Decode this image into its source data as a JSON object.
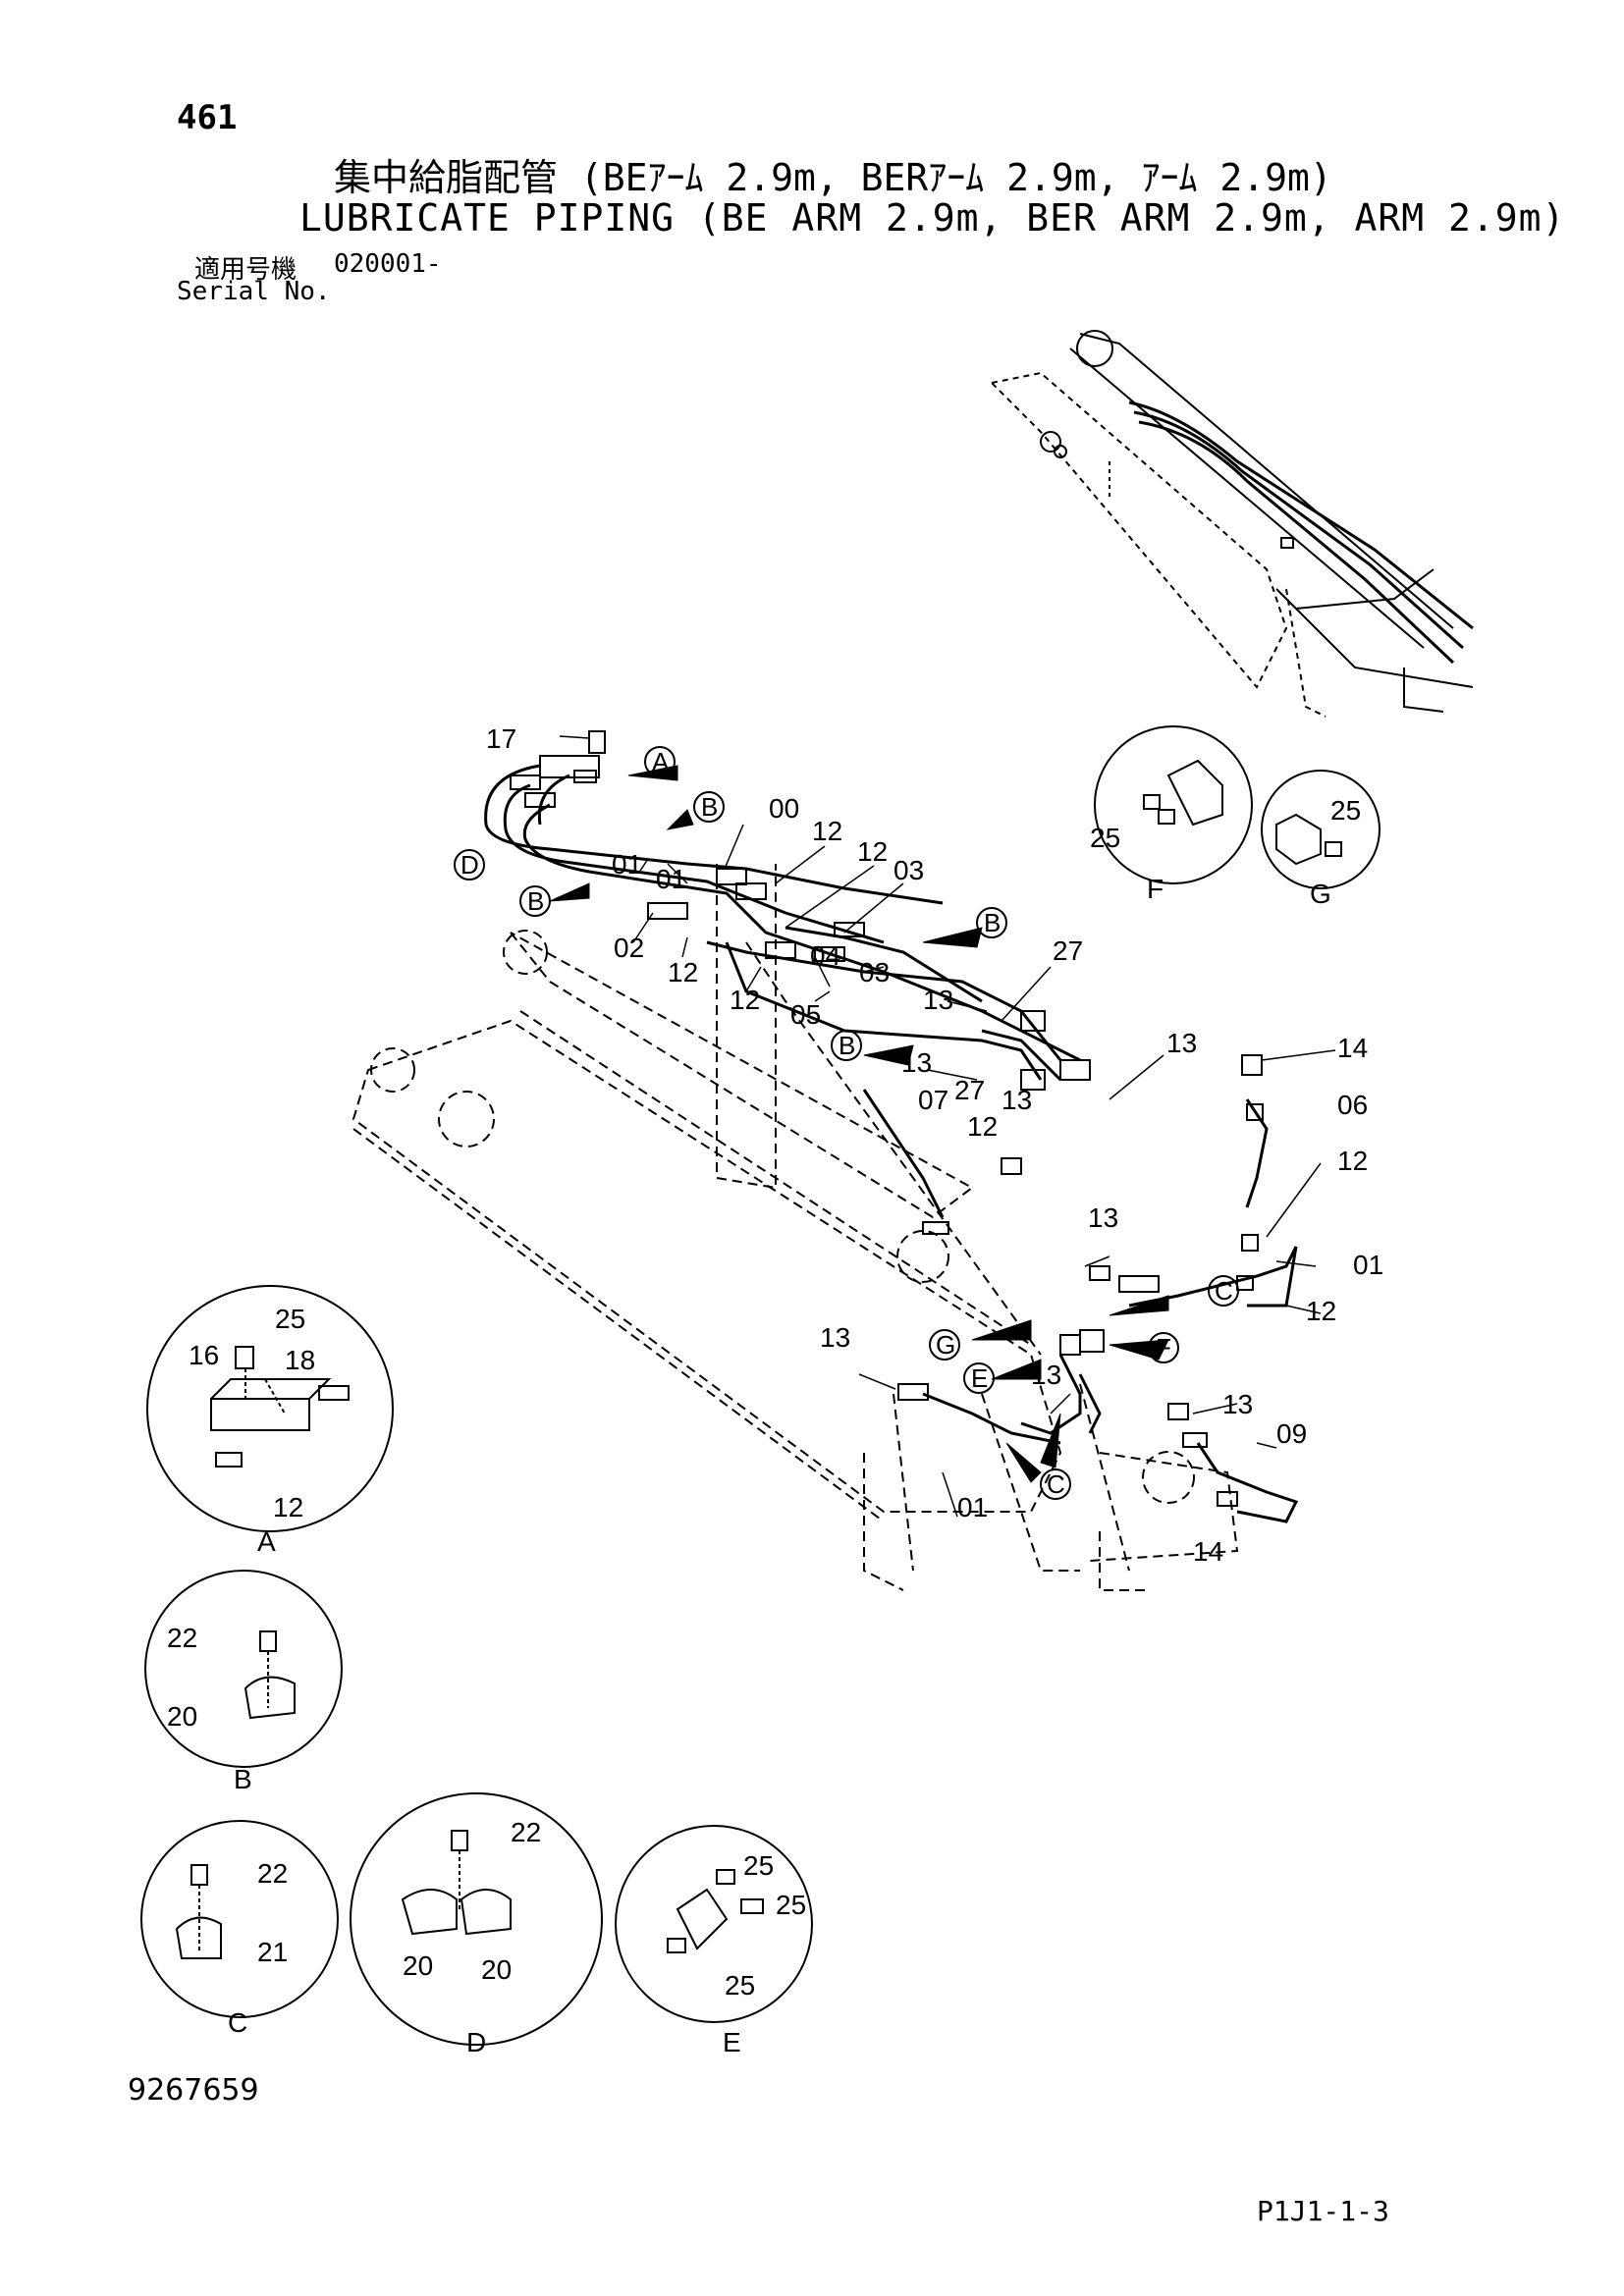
{
  "header": {
    "page_number": "461",
    "title_jp": "集中給脂配管 (BEｱｰﾑ 2.9m, BERｱｰﾑ 2.9m, ｱｰﾑ 2.9m)",
    "title_en": "LUBRICATE PIPING (BE ARM 2.9m, BER ARM 2.9m, ARM 2.9m)",
    "serial_label_jp": "適用号機",
    "serial_value": "020001-",
    "serial_label_en": "Serial No."
  },
  "footer": {
    "document_number": "9267659",
    "page_code": "P1J1-1-3"
  },
  "callouts": {
    "c00": "00",
    "c01a": "01",
    "c01b": "01",
    "c01c": "01",
    "c01d": "01",
    "c02": "02",
    "c03a": "03",
    "c03b": "03",
    "c04": "04",
    "c05": "05",
    "c06": "06",
    "c07": "07",
    "c09": "09",
    "c12a": "12",
    "c12b": "12",
    "c12c": "12",
    "c12d": "12",
    "c12e": "12",
    "c12f": "12",
    "c12g": "12",
    "c13a": "13",
    "c13b": "13",
    "c13c": "13",
    "c13d": "13",
    "c13e": "13",
    "c13f": "13",
    "c13g": "13",
    "c14a": "14",
    "c14b": "14",
    "c17": "17",
    "c27a": "27",
    "c27b": "27"
  },
  "view_markers": {
    "A": "A",
    "B1": "B",
    "B2": "B",
    "B3": "B",
    "B4": "B",
    "C1": "C",
    "C2": "C",
    "D": "D",
    "E": "E",
    "F": "F",
    "G": "G"
  },
  "detail_views": {
    "A": {
      "name": "A",
      "parts": [
        "25",
        "16",
        "18",
        "12"
      ]
    },
    "B": {
      "name": "B",
      "parts": [
        "22",
        "20"
      ]
    },
    "C": {
      "name": "C",
      "parts": [
        "22",
        "21"
      ]
    },
    "D": {
      "name": "D",
      "parts": [
        "22",
        "20",
        "20"
      ]
    },
    "E": {
      "name": "E",
      "parts": [
        "25",
        "25",
        "25"
      ]
    },
    "F": {
      "name": "F",
      "parts": [
        "25"
      ]
    },
    "G": {
      "name": "G",
      "parts": [
        "25"
      ]
    }
  }
}
